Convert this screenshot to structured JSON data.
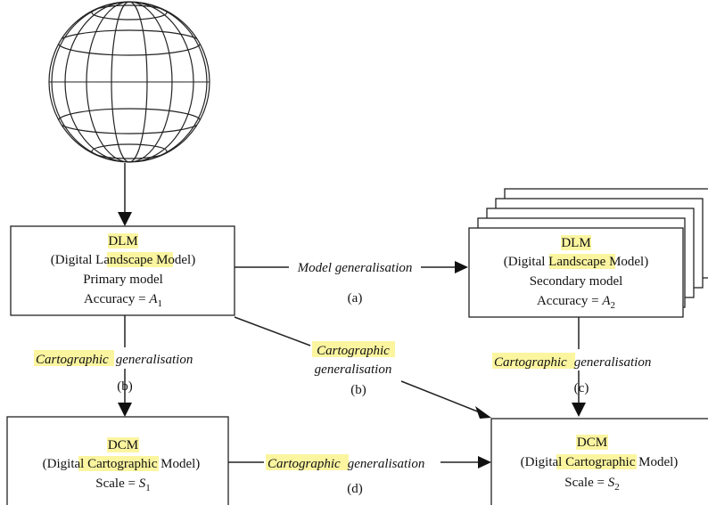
{
  "colors": {
    "highlight": "#fbf5a0",
    "ink": "#111111",
    "line": "#222222"
  },
  "globe": {
    "icon": "globe-icon"
  },
  "dlm_primary": {
    "abbr": "DLM",
    "full_pre": "(Digital ",
    "full_hl": "Landscape",
    "full_post": " Model)",
    "desc": "Primary model",
    "accuracy_label": "Accuracy = ",
    "accuracy_var": "A",
    "accuracy_sub": "1"
  },
  "dlm_secondary": {
    "abbr": "DLM",
    "full_pre": "(Digital ",
    "full_hl": "Landscape",
    "full_post": " Model)",
    "desc": "Secondary model",
    "accuracy_label": "Accuracy = ",
    "accuracy_var": "A",
    "accuracy_sub": "2"
  },
  "dcm_1": {
    "abbr": "DCM",
    "full_pre": "(Digital ",
    "full_hl": "Cartographic",
    "full_post": " Model)",
    "scale_label": "Scale = ",
    "scale_var": "S",
    "scale_sub": "1"
  },
  "dcm_2": {
    "abbr": "DCM",
    "full_pre": "(Digital ",
    "full_hl": "Cartographic",
    "full_post": " Model)",
    "scale_label": "Scale = ",
    "scale_var": "S",
    "scale_sub": "2"
  },
  "edges": {
    "model_gen": {
      "label": "Model generalisation",
      "tag": "(a)"
    },
    "carto_left": {
      "hl": "Cartographic",
      "rest": "generalisation",
      "tag": "(b)"
    },
    "carto_diag": {
      "hl": "Cartographic",
      "rest": "generalisation",
      "tag": "(b)"
    },
    "carto_right": {
      "hl": "Cartographic",
      "rest": "generalisation",
      "tag": "(c)"
    },
    "carto_bottom": {
      "hl": "Cartographic",
      "rest": "generalisation",
      "tag": "(d)"
    }
  }
}
